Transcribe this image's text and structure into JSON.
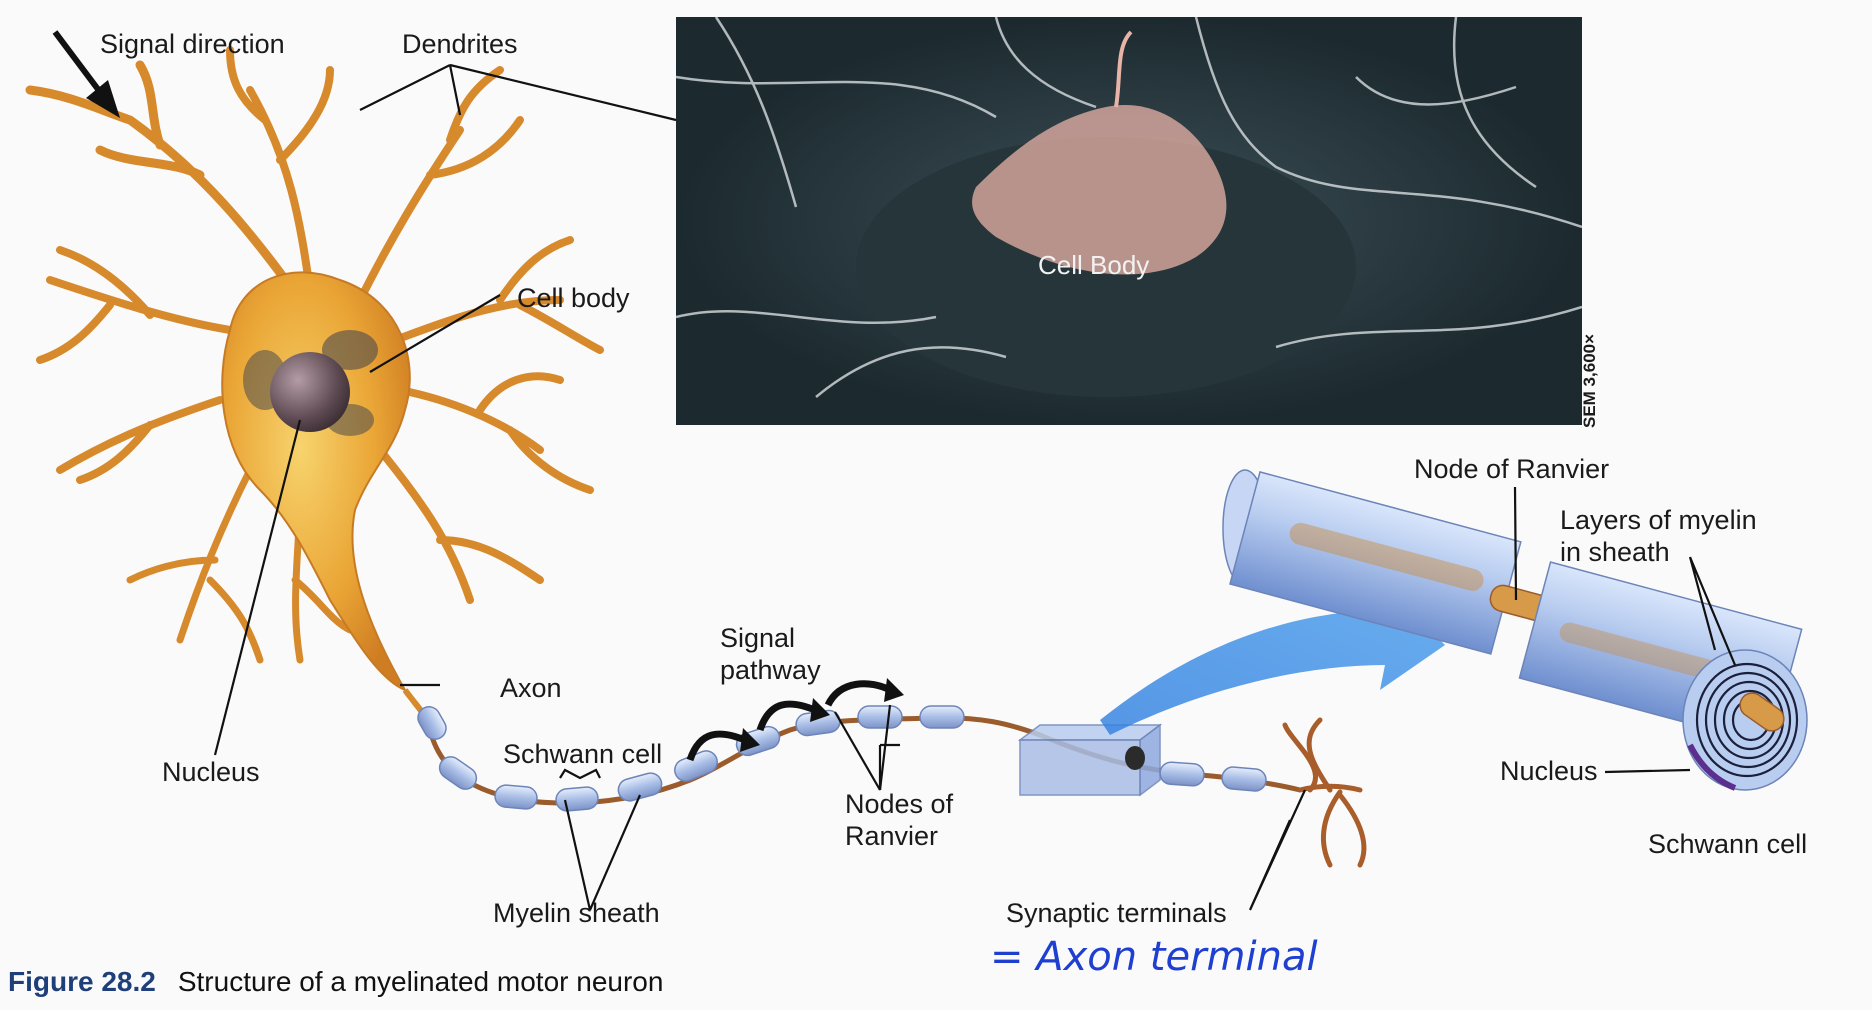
{
  "labels": {
    "signal_direction": "Signal direction",
    "dendrites": "Dendrites",
    "cell_body": "Cell body",
    "axon": "Axon",
    "nucleus": "Nucleus",
    "schwann_cell": "Schwann cell",
    "myelin_sheath": "Myelin sheath",
    "signal_pathway": "Signal pathway",
    "nodes_of_ranvier": "Nodes of Ranvier",
    "synaptic_terminals": "Synaptic terminals",
    "node_of_ranvier": "Node of Ranvier",
    "layers_of_myelin": "Layers of myelin in sheath",
    "nucleus_right": "Nucleus",
    "schwann_cell_right": "Schwann cell"
  },
  "micrograph": {
    "label": "Cell Body",
    "magnification": "SEM 3,600×"
  },
  "caption": {
    "figure_number": "Figure 28.2",
    "text": "Structure of a myelinated motor neuron"
  },
  "annotation": {
    "handwritten": "= Axon terminal"
  },
  "colors": {
    "neuron_body": "#e9a93a",
    "myelin": "#a9bee6",
    "axon_node": "#9a5c2c",
    "arrow_blue": "#3f8fe6",
    "figure_number": "#1e3f7a",
    "handwriting": "#1f3fd0"
  }
}
